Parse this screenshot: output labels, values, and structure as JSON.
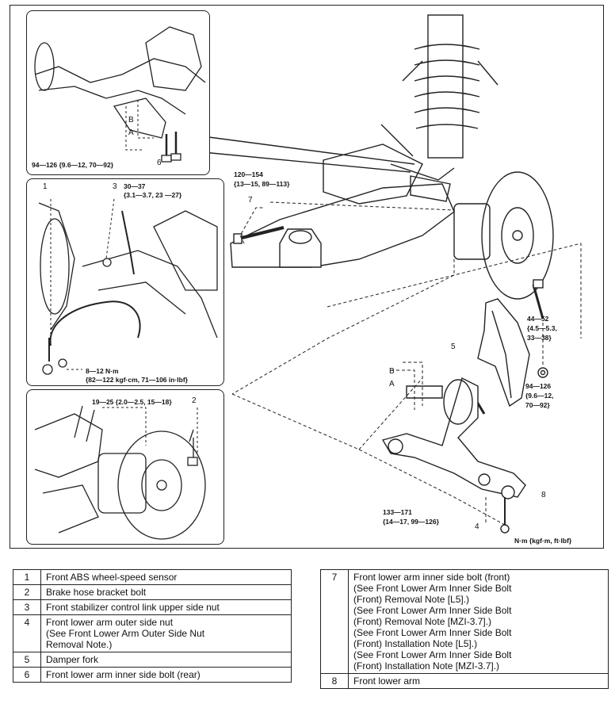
{
  "torque_labels": {
    "top_inset": "94—126 {9.6—12, 70—92}",
    "link_nut_1": "30—37",
    "link_nut_2": "{3.1—3.7, 23 —27}",
    "abs_1": "8—12 N·m",
    "abs_2": "{82—122 kgf·cm, 71—106 in·lbf}",
    "hose_bolt": "19—25 {2.0—2.5, 15—18}",
    "inner_front_1": "120—154",
    "inner_front_2": "{13—15, 89—113}",
    "fork_bolt_1": "44—52",
    "fork_bolt_2": "{4.5—5.3,",
    "fork_bolt_3": "33—38}",
    "fork_nut_1": "94—126",
    "fork_nut_2": "{9.6—12,",
    "fork_nut_3": "70—92}",
    "outer_nut_1": "133—171",
    "outer_nut_2": "{14—17, 99—126}",
    "unit": "N·m {kgf·m, ft·lbf}"
  },
  "callouts": {
    "c1": "1",
    "c2": "2",
    "c3": "3",
    "c4": "4",
    "c5": "5",
    "c6": "6",
    "c7": "7",
    "c8": "8",
    "a_top": "A",
    "b_top": "B",
    "a_main": "A",
    "b_main": "B"
  },
  "legend_left": [
    {
      "num": "1",
      "lines": [
        "Front ABS wheel-speed sensor"
      ]
    },
    {
      "num": "2",
      "lines": [
        "Brake hose bracket bolt"
      ]
    },
    {
      "num": "3",
      "lines": [
        "Front stabilizer control link upper side nut"
      ]
    },
    {
      "num": "4",
      "lines": [
        "Front lower arm outer side nut",
        "(See        Front Lower Arm Outer Side Nut",
        "Removal Note.)"
      ]
    },
    {
      "num": "5",
      "lines": [
        "Damper fork"
      ]
    },
    {
      "num": "6",
      "lines": [
        "Front lower arm inner side bolt (rear)"
      ]
    }
  ],
  "legend_right": [
    {
      "num": "7",
      "lines": [
        "Front lower arm inner side bolt (front)",
        "(See        Front Lower Arm Inner Side Bolt",
        "(Front) Removal Note [L5].)",
        "(See        Front Lower Arm Inner Side Bolt",
        "(Front) Removal Note [MZI-3.7].)",
        "(See        Front Lower Arm Inner Side Bolt",
        "(Front) Installation Note [L5].)",
        "(See        Front Lower Arm Inner Side Bolt",
        "(Front) Installation Note [MZI-3.7].)"
      ]
    },
    {
      "num": "8",
      "lines": [
        "Front lower arm"
      ]
    }
  ]
}
